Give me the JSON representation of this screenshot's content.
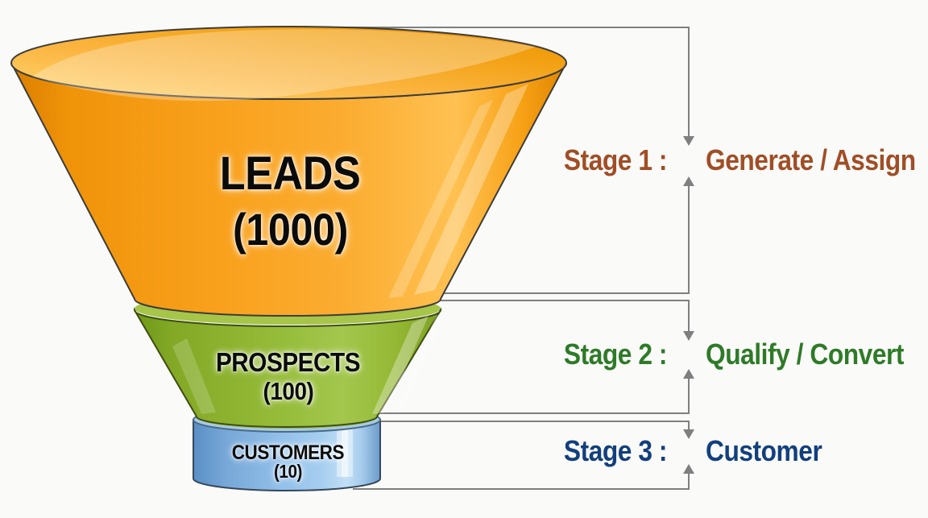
{
  "background_color": "#FAFAF8",
  "funnel": {
    "sections": [
      {
        "name": "leads",
        "label": "LEADS",
        "count": "(1000)",
        "fill": "#F9A11D",
        "text_color": "#0B0B0B"
      },
      {
        "name": "prospects",
        "label": "PROSPECTS",
        "count": "(100)",
        "fill": "#94BA38",
        "text_color": "#0B0B0B"
      },
      {
        "name": "customers",
        "label": "CUSTOMERS",
        "count": "(10)",
        "fill": "#90BEE8",
        "text_color": "#0B0B0B"
      }
    ]
  },
  "stages": [
    {
      "label": "Stage 1 :",
      "value": "Generate / Assign",
      "color": "#A04E26"
    },
    {
      "label": "Stage 2 :",
      "value": "Qualify / Convert",
      "color": "#2E7A28"
    },
    {
      "label": "Stage 3 :",
      "value": "Customer",
      "color": "#123F7E"
    }
  ],
  "connectors": {
    "color": "#7F7F7F",
    "arrow_icons": [
      "arrow-down-icon",
      "arrow-up-icon"
    ]
  }
}
